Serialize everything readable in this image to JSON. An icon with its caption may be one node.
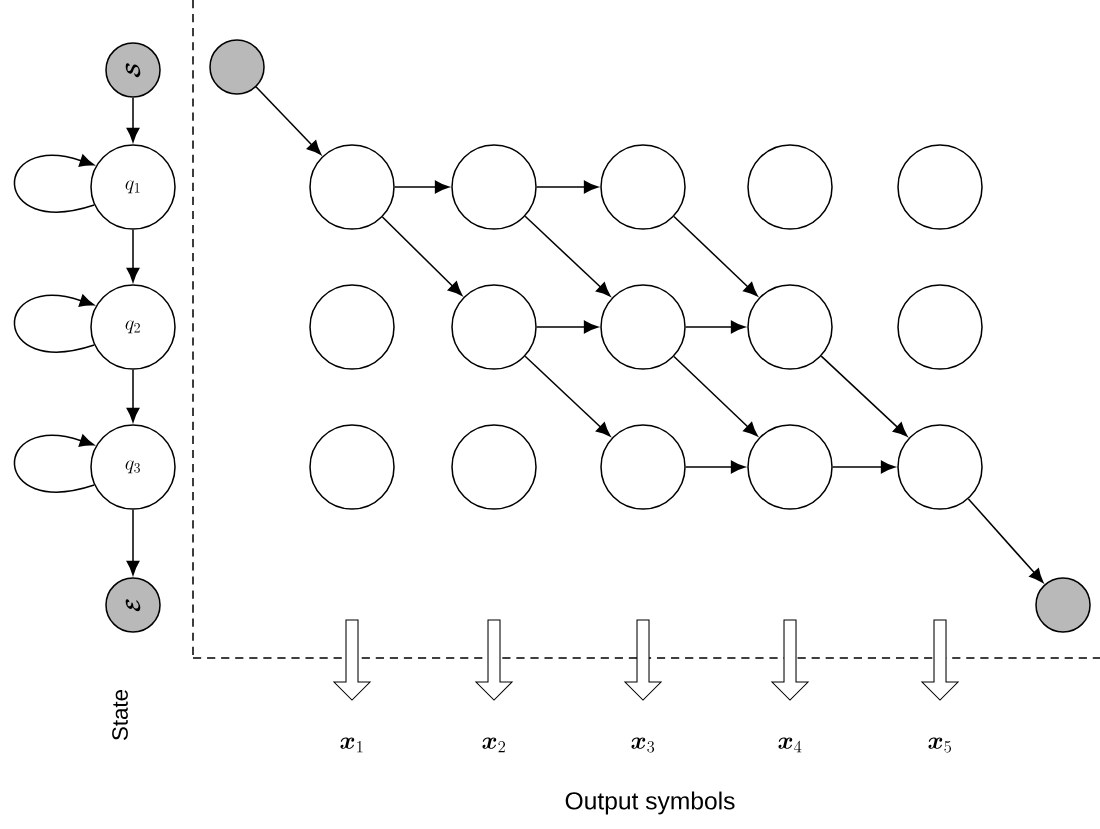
{
  "diagram": {
    "nodes": [
      {
        "text": [
          "\\boldsymbol{\\mathcal{S}}"
        ]
      },
      {
        "text": [
          "q_1"
        ]
      },
      {
        "text": [
          "q_2"
        ]
      },
      {
        "text": [
          "q_3"
        ]
      },
      {
        "text": [
          "\\boldsymbol{\\mathcal{E}}"
        ]
      },
      {
        "text": [],
        "shape": "circle"
      },
      {
        "text": [],
        "shape": "circle"
      },
      {
        "text": [],
        "shape": "circle"
      },
      {
        "text": [],
        "shape": "circle"
      },
      {
        "text": [],
        "shape": "circle"
      },
      {
        "text": [],
        "shape": "circle"
      },
      {
        "text": [],
        "shape": "circle"
      },
      {
        "text": [],
        "shape": "circle"
      },
      {
        "text": [],
        "shape": "circle"
      },
      {
        "text": [],
        "shape": "circle"
      },
      {
        "text": [],
        "shape": "circle"
      },
      {
        "text": [],
        "shape": "circle"
      },
      {
        "text": [],
        "shape": "circle"
      },
      {
        "text": [],
        "shape": "circle"
      },
      {
        "text": [],
        "shape": "circle"
      },
      {
        "text": [],
        "shape": "circle"
      },
      {
        "text": [],
        "shape": "circle"
      }
    ],
    "edges": [
      {
        "from": 0,
        "to": 1,
        "arrow": "to"
      },
      {
        "from": 1,
        "to": 1,
        "arrow": "to"
      },
      {
        "from": 1,
        "to": 2,
        "arrow": "to"
      },
      {
        "from": 2,
        "to": 2,
        "arrow": "to"
      },
      {
        "from": 2,
        "to": 3,
        "arrow": "to"
      },
      {
        "from": 3,
        "to": 3,
        "arrow": "to"
      },
      {
        "from": 3,
        "to": 4,
        "arrow": "to"
      },
      {
        "from": 5,
        "to": 6,
        "arrow": "to"
      },
      {
        "from": 6,
        "to": 7,
        "arrow": "to"
      },
      {
        "from": 7,
        "to": 8,
        "arrow": "to"
      },
      {
        "from": 6,
        "to": 12,
        "arrow": "to"
      },
      {
        "from": 7,
        "to": 13,
        "arrow": "to"
      },
      {
        "from": 8,
        "to": 14,
        "arrow": "to"
      },
      {
        "from": 12,
        "to": 13,
        "arrow": "to"
      },
      {
        "from": 13,
        "to": 14,
        "arrow": "to"
      },
      {
        "from": 12,
        "to": 18,
        "arrow": "to"
      },
      {
        "from": 13,
        "to": 19,
        "arrow": "to"
      },
      {
        "from": 14,
        "to": 20,
        "arrow": "to"
      },
      {
        "from": 18,
        "to": 19,
        "arrow": "to"
      },
      {
        "from": 19,
        "to": 20,
        "arrow": "to"
      },
      {
        "from": 20,
        "to": 21,
        "arrow": "to"
      }
    ],
    "labels": [
      "State",
      "\\boldsymbol{x}_1",
      "\\boldsymbol{x}_2",
      "\\boldsymbol{x}_3",
      "\\boldsymbol{x}_4",
      "\\boldsymbol{x}_5",
      "Output symbols"
    ]
  }
}
